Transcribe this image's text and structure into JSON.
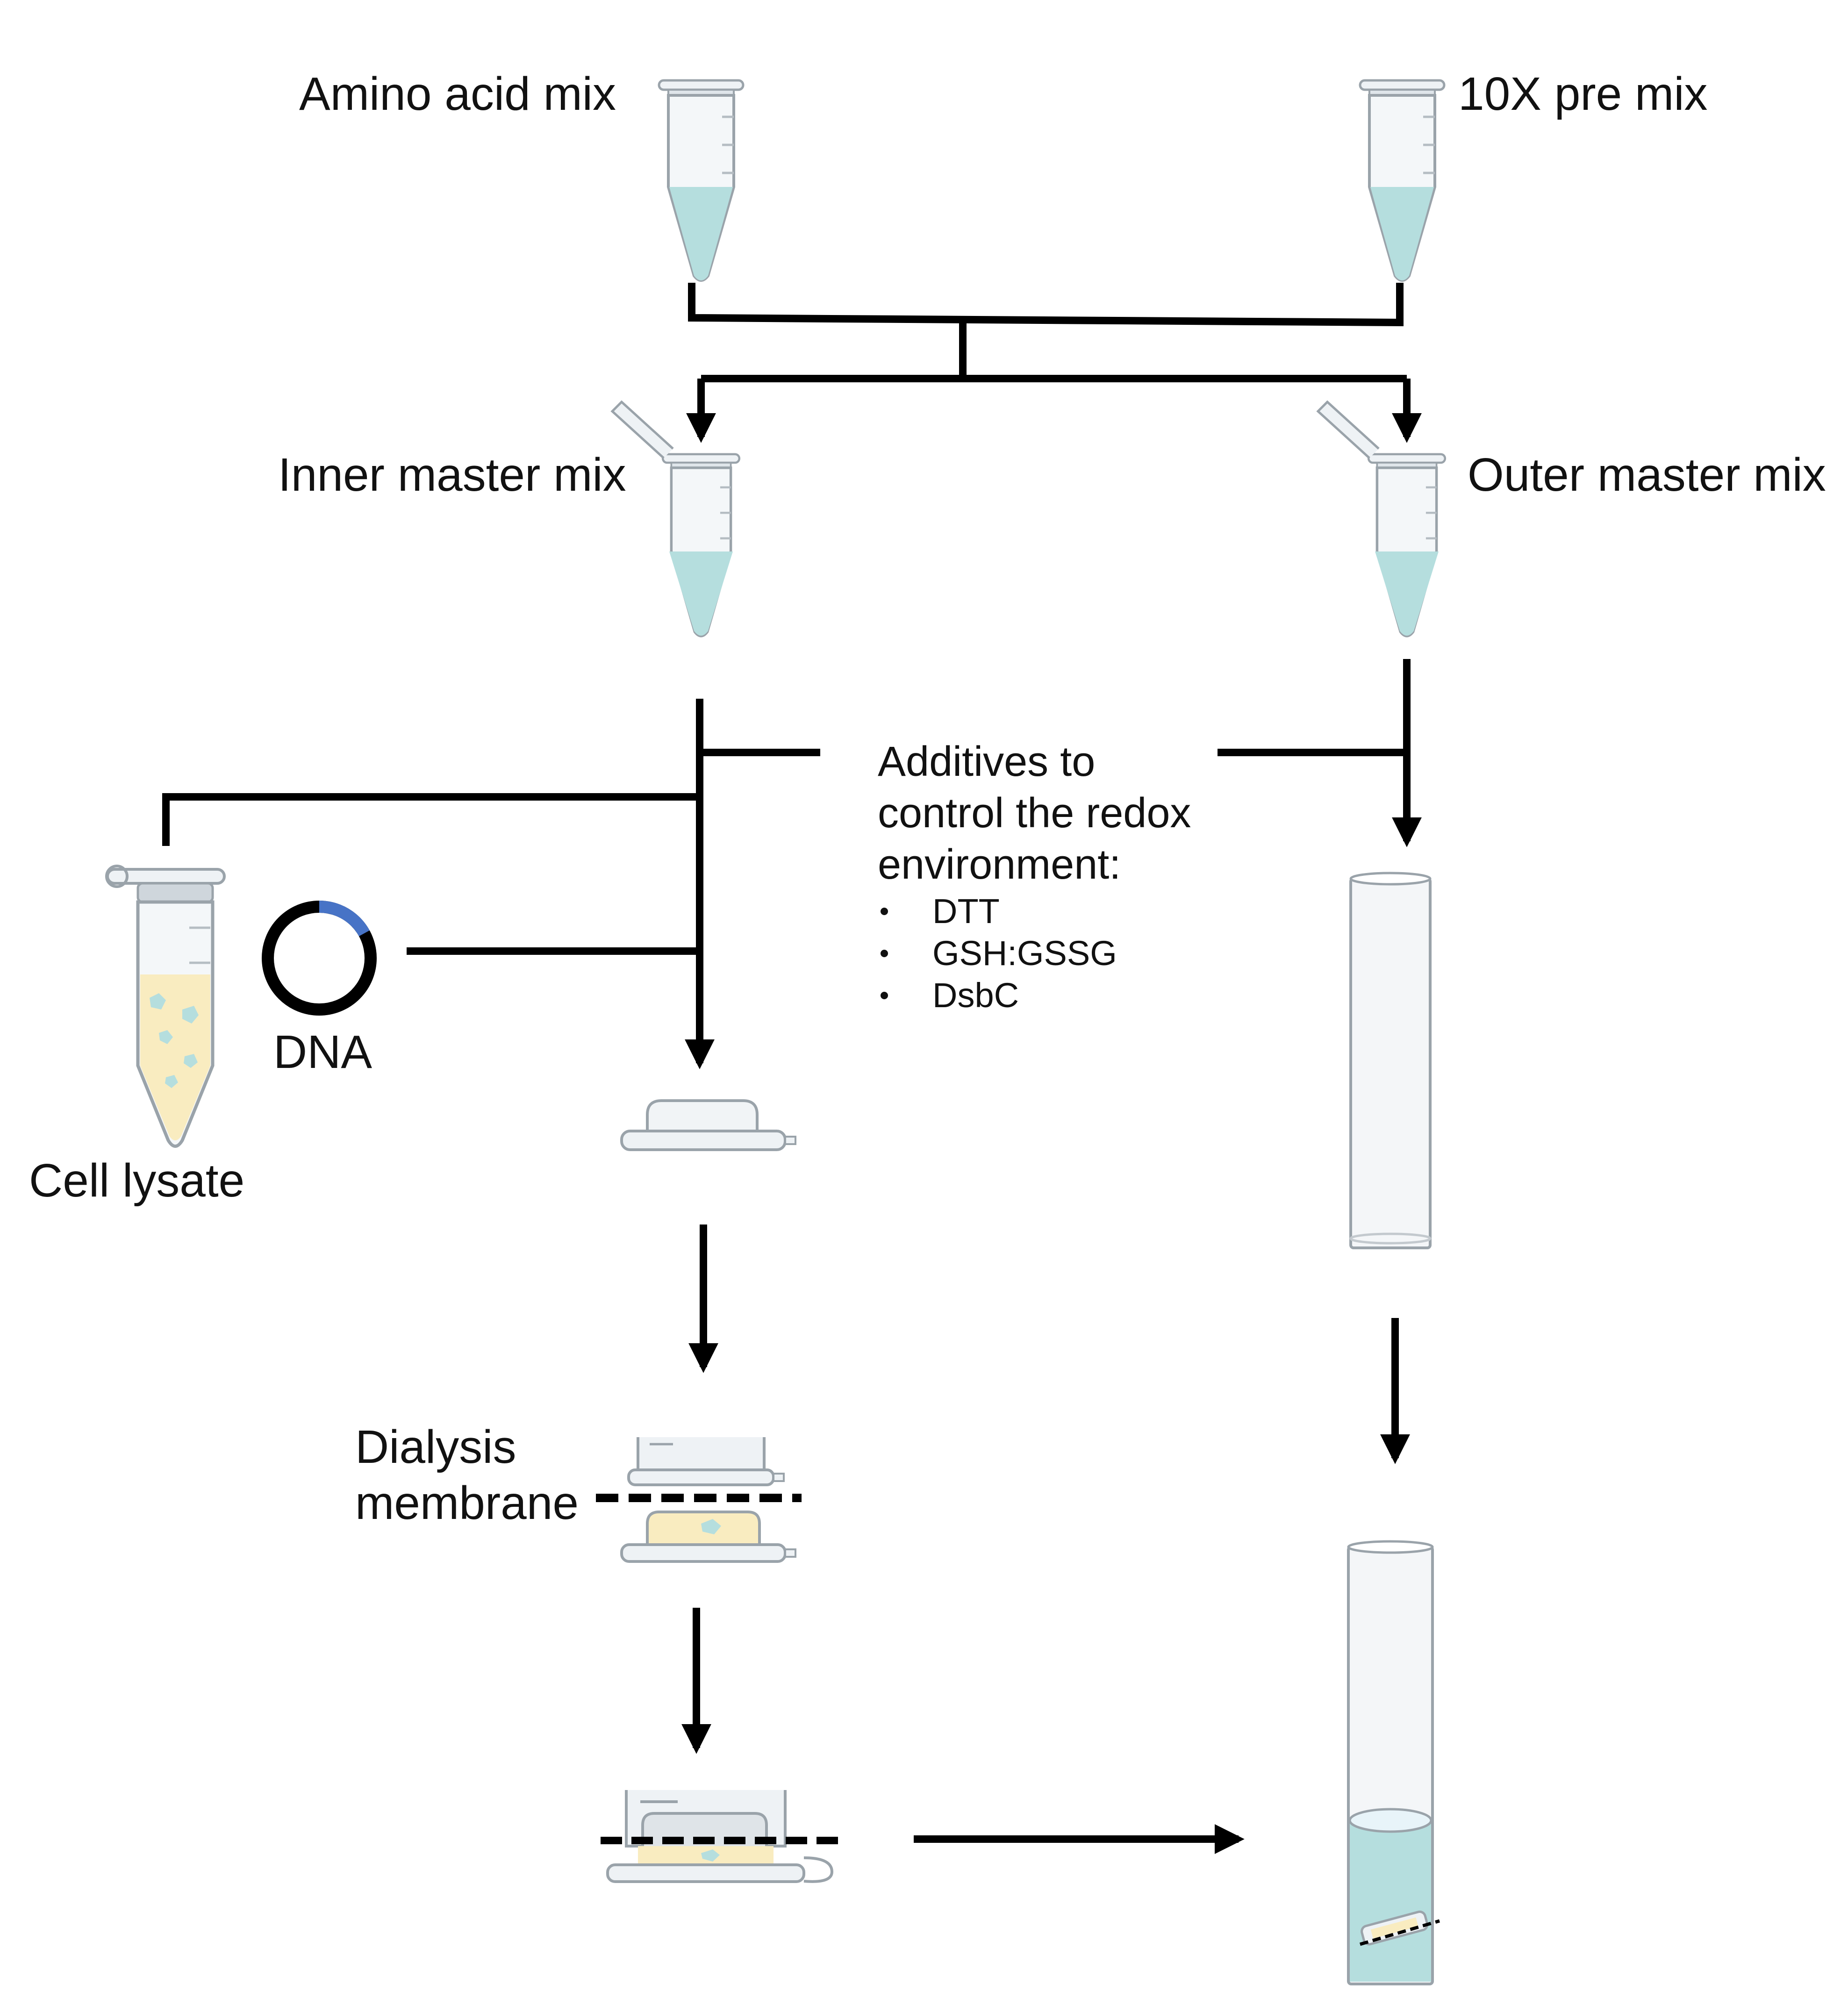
{
  "labels": {
    "amino_acid_mix": "Amino acid mix",
    "pre_mix": "10X pre mix",
    "inner_master_mix": "Inner master mix",
    "outer_master_mix": "Outer master mix",
    "additives_title": [
      "Additives to",
      "control the redox",
      "environment:"
    ],
    "additives_items": [
      "DTT",
      "GSH:GSSG",
      "DsbC"
    ],
    "dna": "DNA",
    "cell_lysate": "Cell lysate",
    "dialysis_membrane": [
      "Dialysis",
      "membrane"
    ]
  },
  "colors": {
    "line": "#000000",
    "liquid_blue": "#b5dede",
    "liquid_yellow": "#f9ecc0",
    "tube_outline": "#9aa3aa",
    "tube_fill": "#f3f6f8",
    "plasmid_black": "#000000",
    "plasmid_blue": "#4773c6"
  },
  "plasmid_highlight_fraction": 0.17
}
